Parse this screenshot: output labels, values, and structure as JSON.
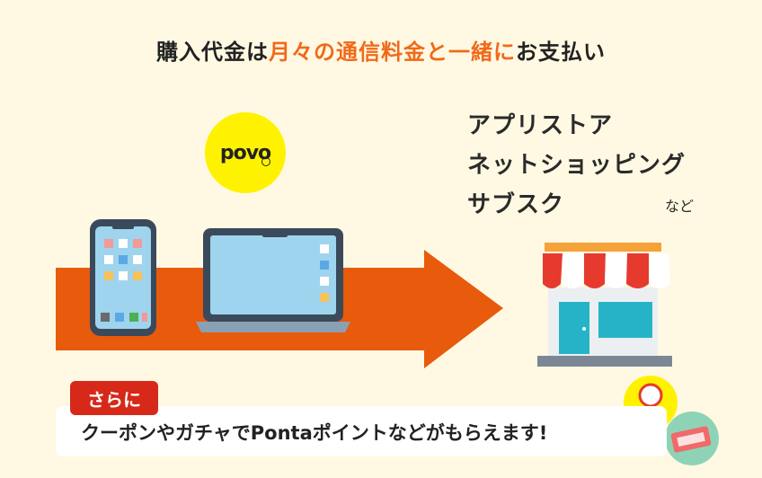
{
  "headline": {
    "part1": "購入代金は",
    "accent": "月々の通信料金と一緒に",
    "part2": "お支払い"
  },
  "brand": {
    "logo_text": "povo"
  },
  "services": {
    "items": [
      "アプリストア",
      "ネットショッピング",
      "サブスク"
    ],
    "etc": "など"
  },
  "bonus": {
    "badge": "さらに",
    "text": "クーポンやガチャでPontaポイントなどがもらえます!"
  },
  "colors": {
    "background": "#fff9e3",
    "arrow": "#e85a0c",
    "accent_text": "#f06a1a",
    "logo_yellow": "#fff200",
    "badge_red": "#d6291a"
  }
}
